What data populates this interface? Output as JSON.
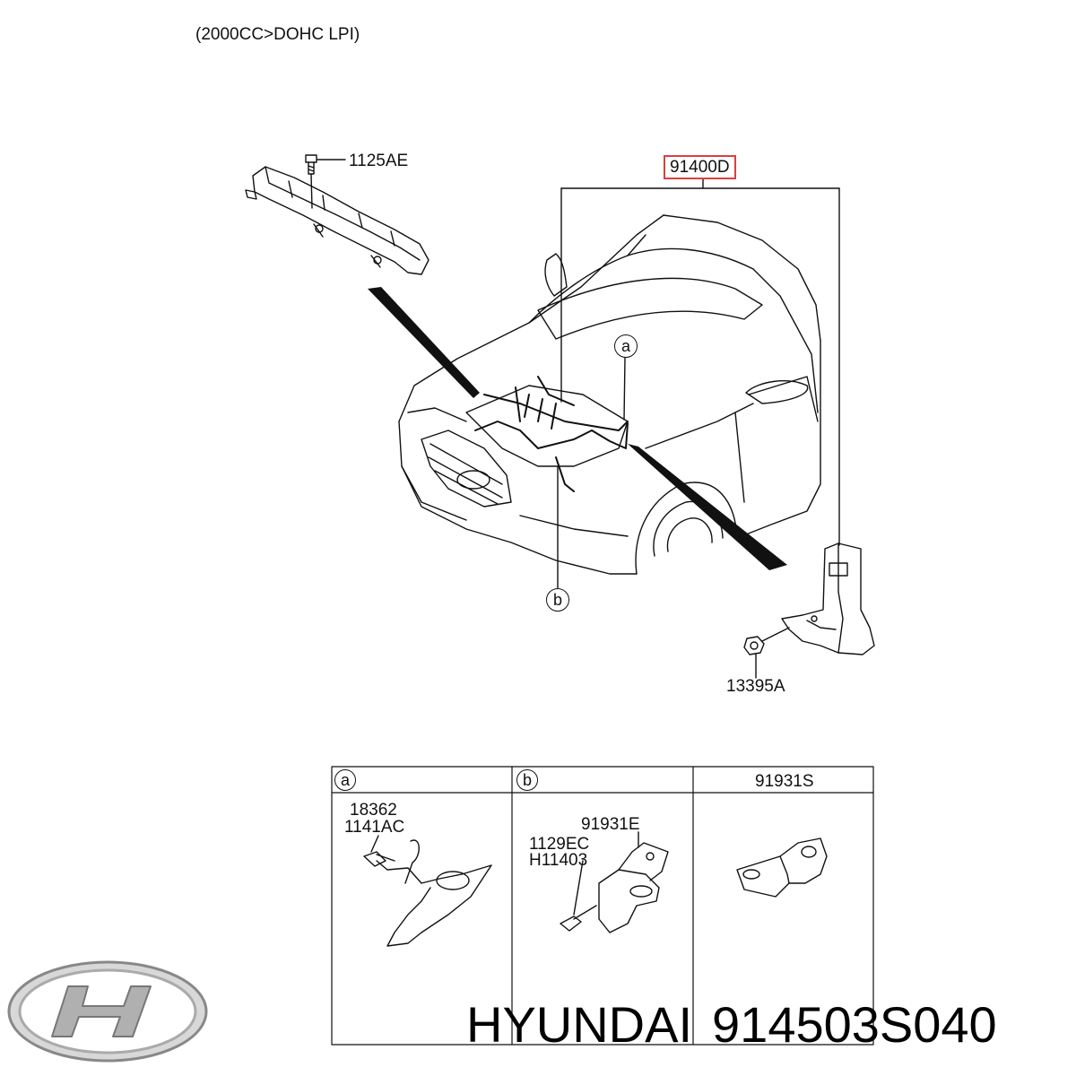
{
  "header": {
    "engine_note": "(2000CC>DOHC LPI)"
  },
  "callouts": {
    "bolt_top": "1125AE",
    "harness_main": "91400D",
    "detail_a": "a",
    "detail_b": "b",
    "nut": "13395A"
  },
  "detail_table": {
    "cells": [
      {
        "id": "a",
        "header": "a",
        "parts": [
          "18362",
          "1141AC"
        ]
      },
      {
        "id": "b",
        "header": "b",
        "parts": [
          "91931E",
          "1129EC",
          "H11403"
        ]
      },
      {
        "id": "c",
        "header": "91931S",
        "parts": []
      }
    ]
  },
  "footer": {
    "brand": "HYUNDAI",
    "part_number": "914503S040"
  },
  "colors": {
    "highlight_box": "#d94040",
    "line": "#111111"
  }
}
